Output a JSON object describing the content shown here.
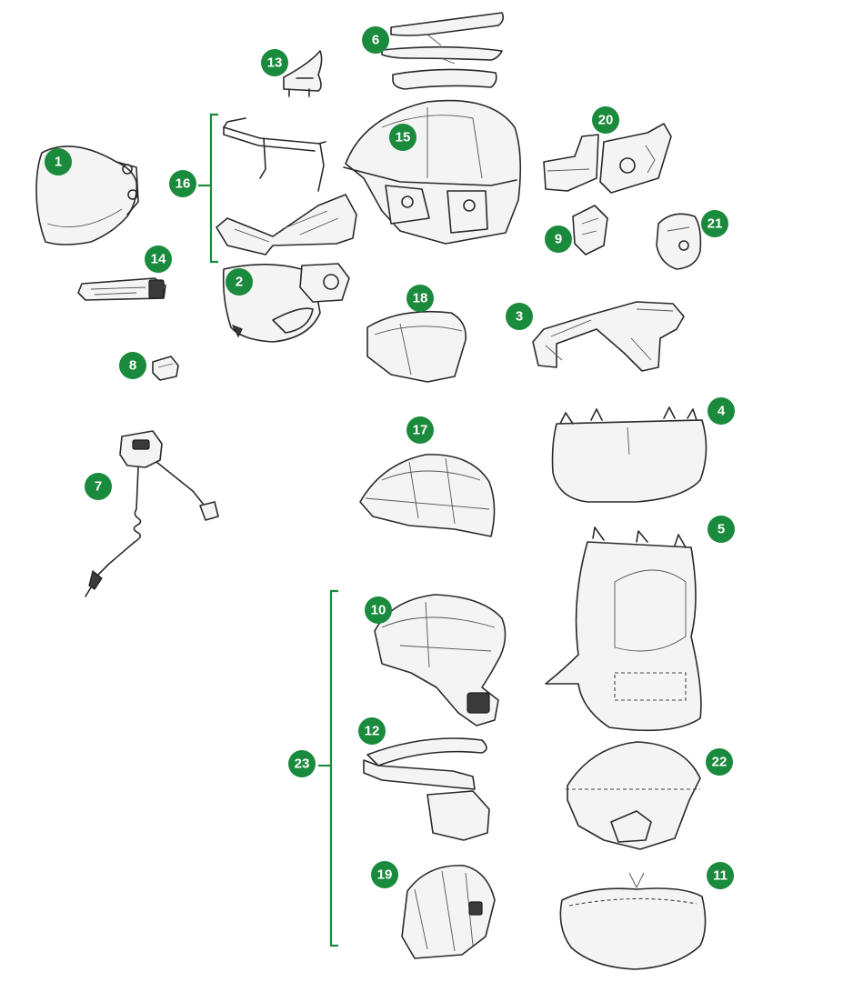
{
  "accent_color": "#1a8a3c",
  "callouts": [
    {
      "id": "callout-1",
      "label": "1"
    },
    {
      "id": "callout-2",
      "label": "2"
    },
    {
      "id": "callout-3",
      "label": "3"
    },
    {
      "id": "callout-4",
      "label": "4"
    },
    {
      "id": "callout-5",
      "label": "5"
    },
    {
      "id": "callout-6",
      "label": "6"
    },
    {
      "id": "callout-7",
      "label": "7"
    },
    {
      "id": "callout-8",
      "label": "8"
    },
    {
      "id": "callout-9",
      "label": "9"
    },
    {
      "id": "callout-10",
      "label": "10"
    },
    {
      "id": "callout-11",
      "label": "11"
    },
    {
      "id": "callout-12",
      "label": "12"
    },
    {
      "id": "callout-13",
      "label": "13"
    },
    {
      "id": "callout-14",
      "label": "14"
    },
    {
      "id": "callout-15",
      "label": "15"
    },
    {
      "id": "callout-16",
      "label": "16"
    },
    {
      "id": "callout-17",
      "label": "17"
    },
    {
      "id": "callout-18",
      "label": "18"
    },
    {
      "id": "callout-19",
      "label": "19"
    },
    {
      "id": "callout-20",
      "label": "20"
    },
    {
      "id": "callout-21",
      "label": "21"
    },
    {
      "id": "callout-22",
      "label": "22"
    },
    {
      "id": "callout-23",
      "label": "23"
    }
  ],
  "group_brackets": [
    {
      "label": "16",
      "groups": [
        "15",
        "2"
      ]
    },
    {
      "label": "23",
      "groups": [
        "10",
        "12",
        "19"
      ]
    }
  ]
}
